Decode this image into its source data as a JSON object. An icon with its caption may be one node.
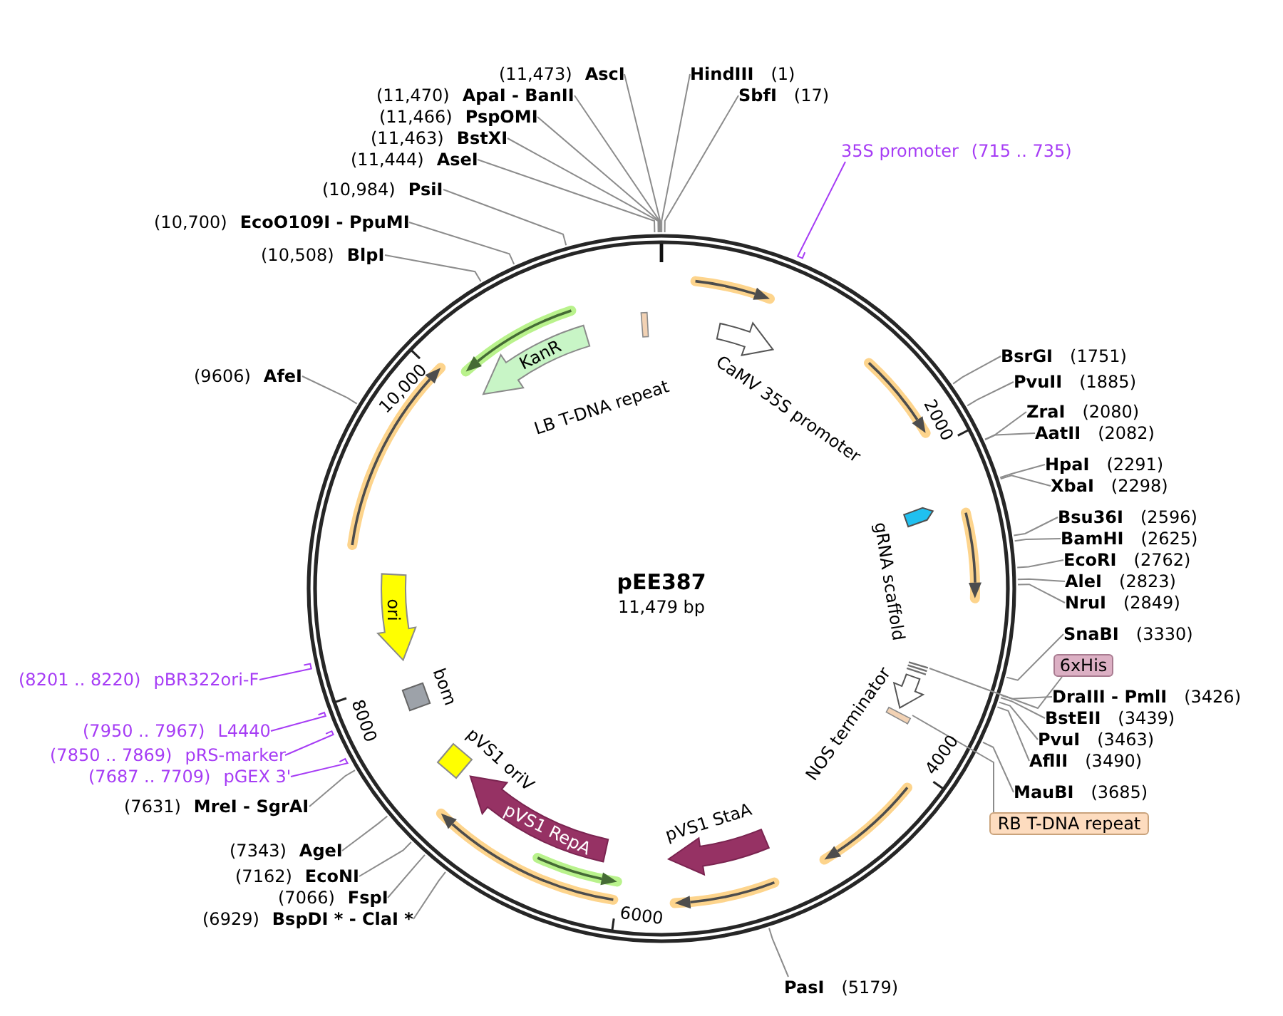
{
  "diagram": {
    "title": "pEE387",
    "nodes": [
      {
        "text": [
          "(11,473)",
          "AscI"
        ]
      },
      {
        "text": [
          "HindIII",
          "(1)"
        ]
      },
      {
        "text": [
          "(11,470)",
          "ApaI - BanII"
        ]
      },
      {
        "text": [
          "SbfI",
          "(17)"
        ]
      },
      {
        "text": [
          "(11,466)",
          "PspOMI"
        ]
      },
      {
        "text": [
          "(11,463)",
          "BstXI"
        ]
      },
      {
        "text": [
          "35S promoter",
          "(715 .. 735)"
        ]
      },
      {
        "text": [
          "(11,444)",
          "AseI"
        ]
      },
      {
        "text": [
          "(10,984)",
          "PsiI"
        ]
      },
      {
        "text": [
          "(10,700)",
          "EcoO109I - PpuMI"
        ]
      },
      {
        "text": [
          "(10,508)",
          "BlpI"
        ]
      },
      {
        "text": [
          "LB T-DNA repeat"
        ]
      },
      {
        "text": [
          "KanR"
        ]
      },
      {
        "text": [
          "CaMV 35S promoter"
        ]
      },
      {
        "text": [
          "BsrGI",
          "(1751)"
        ]
      },
      {
        "text": [
          "(9606)",
          "AfeI"
        ]
      },
      {
        "text": [
          "PvuII",
          "(1885)"
        ]
      },
      {
        "text": [
          "ZraI",
          "(2080)"
        ]
      },
      {
        "text": [
          "AatII",
          "(2082)"
        ]
      },
      {
        "text": [
          "HpaI",
          "(2291)"
        ]
      },
      {
        "text": [
          "XbaI",
          "(2298)"
        ]
      },
      {
        "text": [
          "gRNA scaffold"
        ]
      },
      {
        "text": [
          "Bsu36I",
          "(2596)"
        ]
      },
      {
        "text": [
          "BamHI",
          "(2625)"
        ]
      },
      {
        "text": [
          "EcoRI",
          "(2762)"
        ]
      },
      {
        "text": [
          "AleI",
          "(2823)"
        ]
      },
      {
        "text": [
          "ori"
        ]
      },
      {
        "text": [
          "NruI",
          "(2849)"
        ]
      },
      {
        "text": [
          "SnaBI",
          "(3330)"
        ]
      },
      {
        "text": [
          "6xHis"
        ]
      },
      {
        "text": [],
        "shape": "bar"
      },
      {
        "text": [
          "NOS terminator"
        ]
      },
      {
        "text": [
          "(8201 .. 8220)",
          "pBR322ori-F"
        ]
      },
      {
        "text": [
          "bom"
        ]
      },
      {
        "text": [
          "DraIII - PmlI",
          "(3426)"
        ]
      },
      {
        "text": [],
        "shape": "bar"
      },
      {
        "text": [
          "BstEII",
          "(3439)"
        ]
      },
      {
        "text": [
          "(7950 .. 7967)",
          "L4440"
        ]
      },
      {
        "text": [
          "PvuI",
          "(3463)"
        ]
      },
      {
        "text": [
          "(7850 .. 7869)",
          "pRS-marker"
        ]
      },
      {
        "text": [
          "pVS1 oriV"
        ]
      },
      {
        "text": [
          "AflII",
          "(3490)"
        ]
      },
      {
        "text": [
          "(7687 .. 7709)",
          "pGEX 3'"
        ]
      },
      {
        "text": [
          "MauBI",
          "(3685)"
        ]
      },
      {
        "text": [
          "(7631)",
          "MreI - SgrAI"
        ]
      },
      {
        "text": [
          "RB T-DNA repeat"
        ]
      },
      {
        "text": [
          "pVS1 RepA"
        ]
      },
      {
        "text": [
          "pVS1 StaA"
        ]
      },
      {
        "text": [
          "(7343)",
          "AgeI"
        ]
      },
      {
        "text": [
          "(7162)",
          "EcoNI"
        ]
      },
      {
        "text": [
          "(7066)",
          "FspI"
        ]
      },
      {
        "text": [
          "(6929)",
          "BspDI * - ClaI *"
        ]
      },
      {
        "text": [
          "PasI",
          "(5179)"
        ]
      }
    ],
    "edges": [
      {
        "from": 0,
        "to": null,
        "arrow": "none"
      },
      {
        "from": 1,
        "to": null,
        "arrow": "none"
      },
      {
        "from": 2,
        "to": null,
        "arrow": "none"
      },
      {
        "from": 3,
        "to": null,
        "arrow": "none"
      },
      {
        "from": 4,
        "to": null,
        "arrow": "none"
      },
      {
        "from": 5,
        "to": null,
        "arrow": "none"
      },
      {
        "from": 6,
        "to": null,
        "arrow": "none",
        "color": "#a63cf5"
      },
      {
        "from": 7,
        "to": null,
        "arrow": "none"
      },
      {
        "from": 8,
        "to": null,
        "arrow": "none"
      },
      {
        "from": 9,
        "to": null,
        "arrow": "none"
      },
      {
        "from": 10,
        "to": null,
        "arrow": "none"
      },
      {
        "from": 14,
        "to": null,
        "arrow": "none"
      },
      {
        "from": 15,
        "to": null,
        "arrow": "none"
      },
      {
        "from": 16,
        "to": null,
        "arrow": "none"
      },
      {
        "from": 17,
        "to": null,
        "arrow": "none"
      },
      {
        "from": 18,
        "to": null,
        "arrow": "none"
      },
      {
        "from": 19,
        "to": null,
        "arrow": "none"
      },
      {
        "from": 20,
        "to": null,
        "arrow": "none"
      },
      {
        "from": 22,
        "to": null,
        "arrow": "none"
      },
      {
        "from": 23,
        "to": null,
        "arrow": "none"
      },
      {
        "from": 24,
        "to": null,
        "arrow": "none"
      },
      {
        "from": 25,
        "to": null,
        "arrow": "none"
      },
      {
        "from": 27,
        "to": null,
        "arrow": "none"
      },
      {
        "from": 28,
        "to": null,
        "arrow": "none"
      },
      {
        "from": 29,
        "to": 30,
        "arrow": "none"
      },
      {
        "from": 32,
        "to": null,
        "arrow": "none",
        "color": "#a63cf5"
      },
      {
        "from": 34,
        "to": null,
        "arrow": "none"
      },
      {
        "from": 36,
        "to": null,
        "arrow": "none"
      },
      {
        "from": 37,
        "to": null,
        "arrow": "none",
        "color": "#a63cf5"
      },
      {
        "from": 38,
        "to": null,
        "arrow": "none"
      },
      {
        "from": 39,
        "to": null,
        "arrow": "none",
        "color": "#a63cf5"
      },
      {
        "from": 41,
        "to": null,
        "arrow": "none"
      },
      {
        "from": 42,
        "to": null,
        "arrow": "none",
        "color": "#a63cf5"
      },
      {
        "from": 43,
        "to": null,
        "arrow": "none"
      },
      {
        "from": 44,
        "to": null,
        "arrow": "none"
      },
      {
        "from": 45,
        "to": 35,
        "arrow": "none"
      },
      {
        "from": 48,
        "to": null,
        "arrow": "none"
      },
      {
        "from": 49,
        "to": null,
        "arrow": "none"
      },
      {
        "from": 50,
        "to": null,
        "arrow": "none"
      },
      {
        "from": 51,
        "to": null,
        "arrow": "none"
      },
      {
        "from": 52,
        "to": null,
        "arrow": "none"
      }
    ],
    "labels": [
      "10,000",
      "2000",
      "11,479 bp",
      "8000",
      "4000",
      "6000"
    ]
  }
}
